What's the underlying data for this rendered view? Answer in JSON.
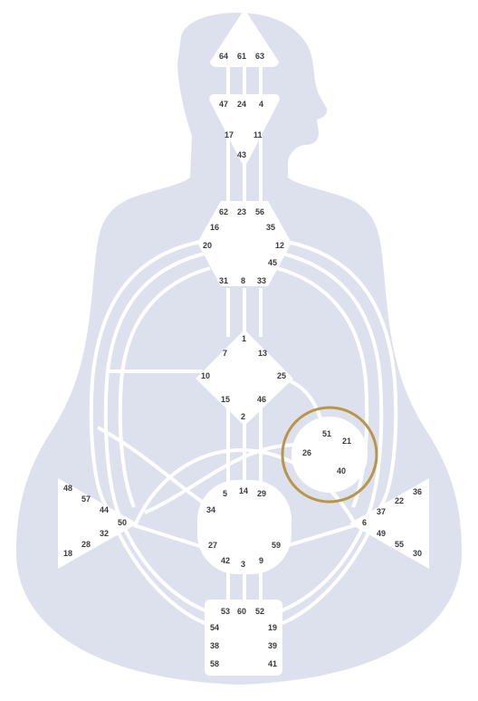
{
  "colors": {
    "silhouette": "#dde1ee",
    "channel": "#ffffff",
    "center": "#ffffff",
    "highlight_ring": "#b8954a",
    "gate_text": "#3a3a40"
  },
  "centers": {
    "head": {
      "shape": "triangle-up",
      "gates": [
        "64",
        "61",
        "63"
      ]
    },
    "ajna": {
      "shape": "triangle-down",
      "gates": [
        "47",
        "24",
        "4",
        "17",
        "11",
        "43"
      ]
    },
    "throat": {
      "shape": "hexagon",
      "gates": [
        "62",
        "23",
        "56",
        "16",
        "35",
        "20",
        "12",
        "45",
        "31",
        "8",
        "33"
      ]
    },
    "g": {
      "shape": "diamond",
      "gates": [
        "1",
        "7",
        "13",
        "10",
        "25",
        "15",
        "46",
        "2"
      ]
    },
    "ego": {
      "shape": "circle",
      "highlighted": true,
      "gates": [
        "51",
        "21",
        "26",
        "40"
      ]
    },
    "spleen": {
      "shape": "triangle-left",
      "gates": [
        "48",
        "57",
        "44",
        "50",
        "32",
        "28",
        "18"
      ]
    },
    "sacral": {
      "shape": "circle",
      "gates": [
        "5",
        "14",
        "29",
        "34",
        "27",
        "59",
        "42",
        "3",
        "9"
      ]
    },
    "solar_plexus": {
      "shape": "triangle-right",
      "gates": [
        "36",
        "22",
        "37",
        "6",
        "49",
        "55",
        "30"
      ]
    },
    "root": {
      "shape": "square",
      "gates": [
        "53",
        "60",
        "52",
        "54",
        "19",
        "38",
        "39",
        "58",
        "41"
      ]
    }
  }
}
